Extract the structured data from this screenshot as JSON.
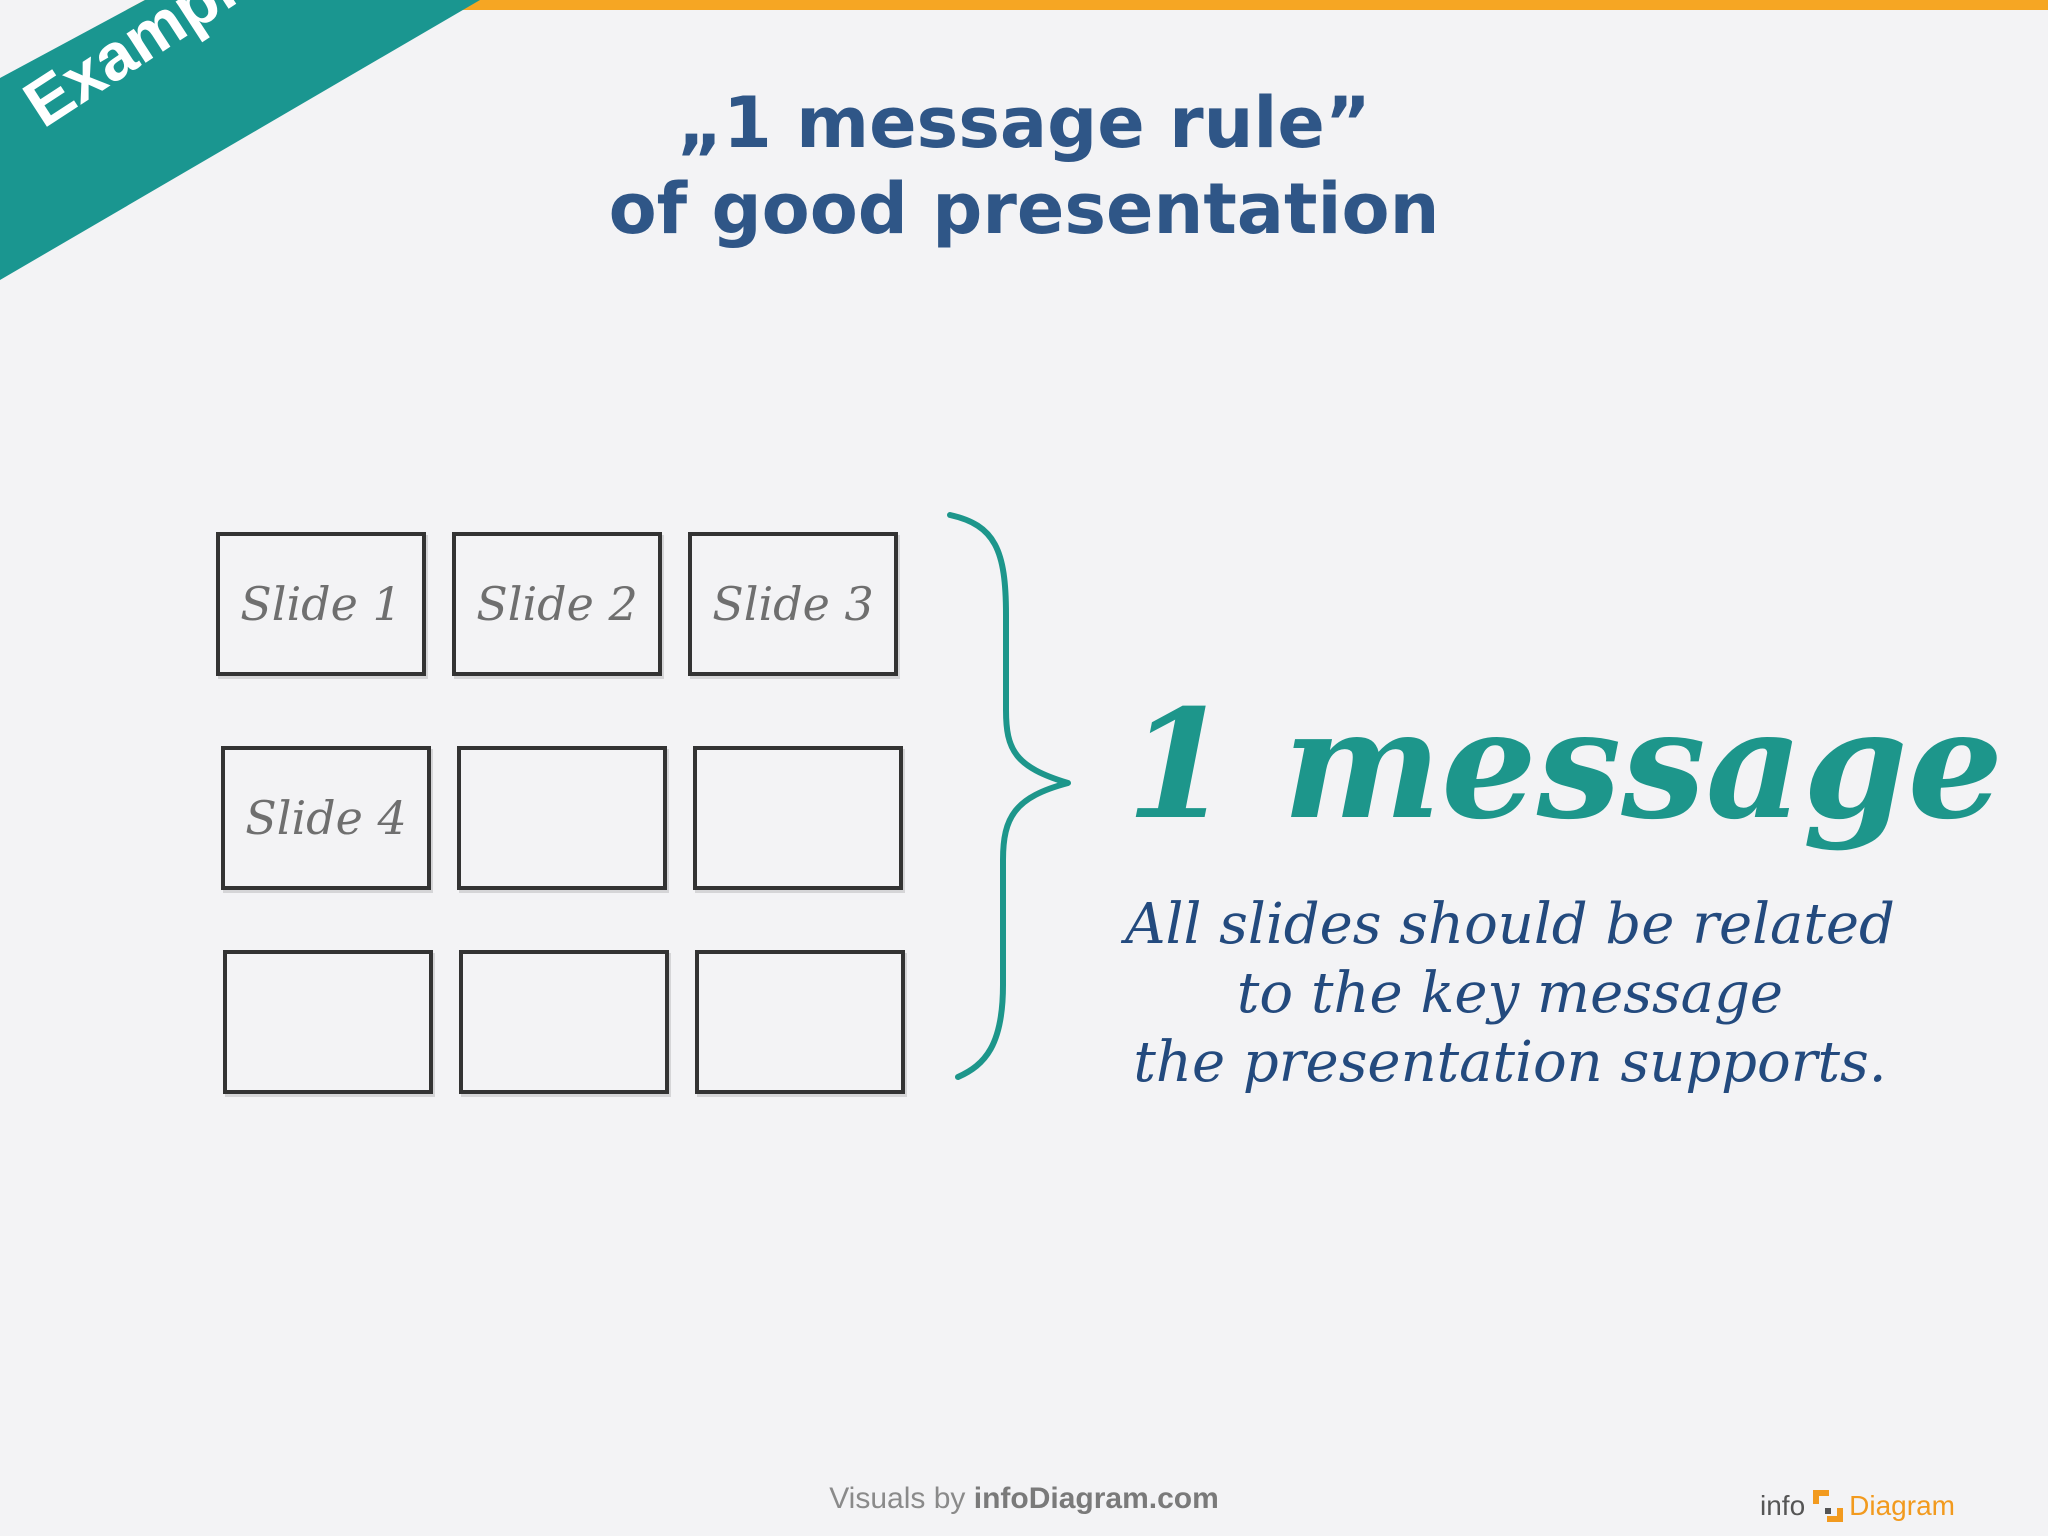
{
  "banner": {
    "label": "Example"
  },
  "title": {
    "line1": "„1 message rule”",
    "line2": "of good presentation"
  },
  "slides": [
    {
      "label": "Slide 1"
    },
    {
      "label": "Slide 2"
    },
    {
      "label": "Slide 3"
    },
    {
      "label": "Slide 4"
    },
    {
      "label": ""
    },
    {
      "label": ""
    },
    {
      "label": ""
    },
    {
      "label": ""
    },
    {
      "label": ""
    }
  ],
  "message": {
    "headline": "1 message",
    "lines": [
      "All slides should be related",
      "to the key message",
      "the presentation supports."
    ]
  },
  "footer": {
    "credit_prefix": "Visuals by",
    "credit_brand": "infoDiagram.com",
    "logo_left": "info",
    "logo_right": "Diagram"
  },
  "colors": {
    "accent_bar": "#f6a623",
    "banner": "#1a9690",
    "title": "#2f5687",
    "message": "#1d968b",
    "description": "#234a7e"
  }
}
